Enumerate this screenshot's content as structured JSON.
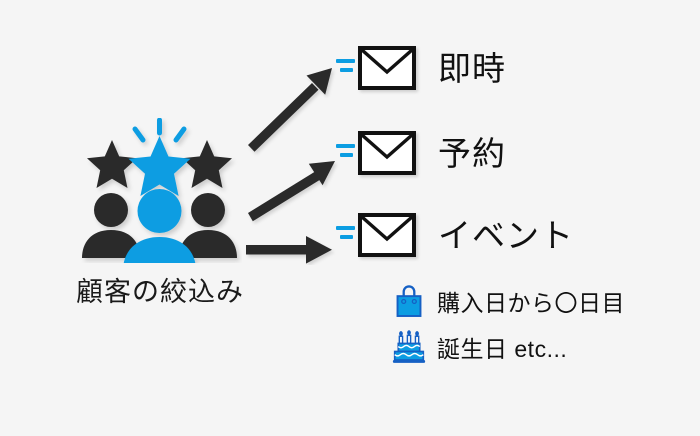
{
  "page": {
    "background_color": "#f5f5f5",
    "accent_color": "#0c9de2",
    "dark_color": "#2b2b2b",
    "text_color": "#111111"
  },
  "audience": {
    "label": "顧客の絞込み",
    "icon_name": "three-people-with-stars-icon",
    "stars_count": 3,
    "people_count": 3
  },
  "arrows": [
    {
      "name": "arrow-to-immediate",
      "direction": "up-right-steep"
    },
    {
      "name": "arrow-to-scheduled",
      "direction": "up-right-shallow"
    },
    {
      "name": "arrow-to-event",
      "direction": "right"
    }
  ],
  "mail_options": [
    {
      "label": "即時",
      "icon_name": "envelope-icon",
      "motion_icon_name": "speed-lines-icon"
    },
    {
      "label": "予約",
      "icon_name": "envelope-icon",
      "motion_icon_name": "speed-lines-icon"
    },
    {
      "label": "イベント",
      "icon_name": "envelope-icon",
      "motion_icon_name": "speed-lines-icon"
    }
  ],
  "conditions": [
    {
      "label": "購入日から〇日目",
      "icon_name": "shopping-bag-icon"
    },
    {
      "label": "誕生日 etc...",
      "icon_name": "birthday-cake-icon"
    }
  ]
}
